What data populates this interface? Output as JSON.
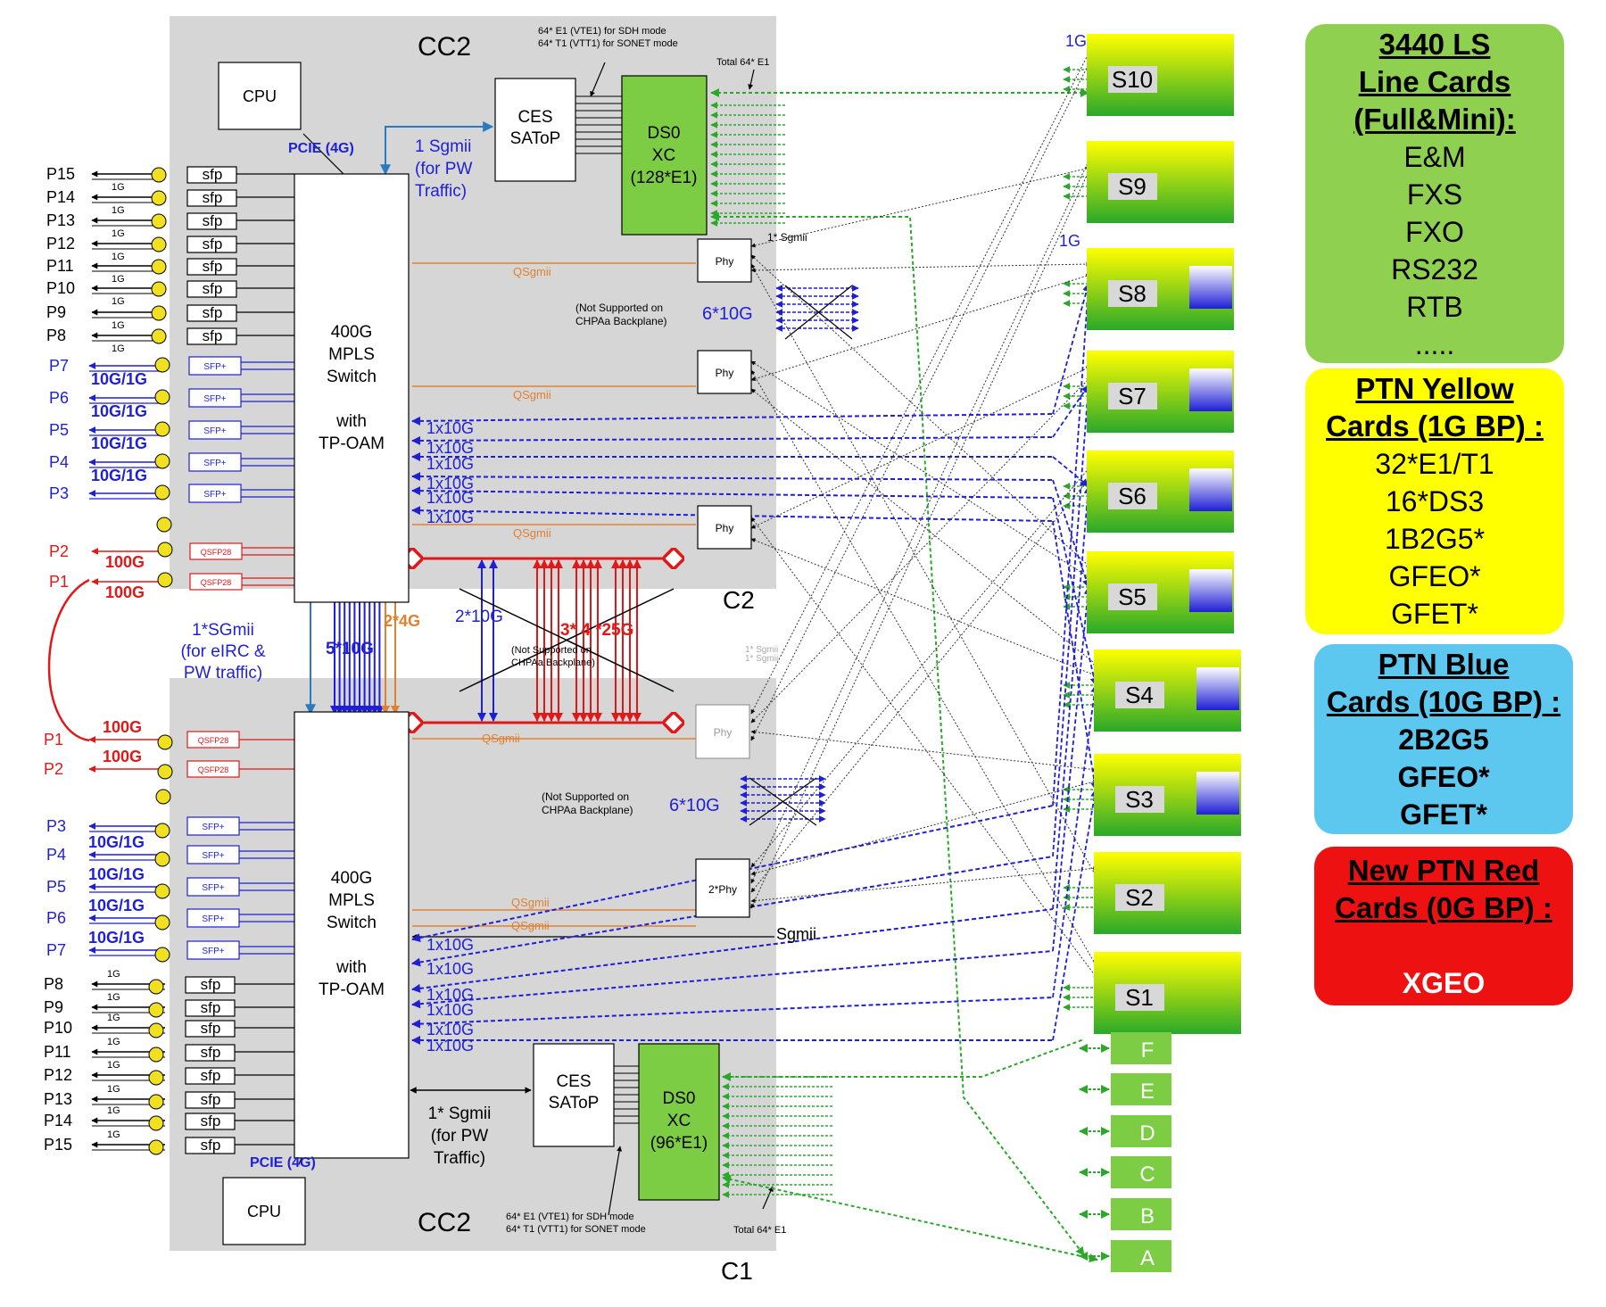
{
  "colors": {
    "panel": "#d6d6d6",
    "blue": "#1f1fd6",
    "red": "#e01818",
    "orange": "#e08030",
    "green": "#2aa82a",
    "dsGreen": "#7ccc44",
    "legendGreen": "#8fd050",
    "legendYellow": "#ffff00",
    "legendBlue": "#5cc8f0",
    "legendRed": "#ee1111"
  },
  "top": {
    "cc_label": "CC2",
    "c_label": "C2",
    "cpu": "CPU",
    "pcie": "PCIE (4G)",
    "sgmii": [
      "1 Sgmii",
      "(for PW",
      "Traffic)"
    ],
    "ces": [
      "CES",
      "SAToP"
    ],
    "ds0": [
      "DS0",
      "XC",
      "(128*E1)"
    ],
    "e1_note": [
      "64* E1 (VTE1) for SDH mode",
      "64* T1 (VTT1) for SONET mode"
    ],
    "total": "Total 64* E1",
    "switch": [
      "400G",
      "MPLS",
      "Switch",
      "",
      "with",
      "TP-OAM"
    ],
    "phy": "Phy",
    "phy_sgmii": "1* Sgmii",
    "qsgmii": "QSgmii",
    "not_supported": [
      "(Not Supported on",
      "CHPAa Backplane)"
    ],
    "six10g": "6*10G",
    "x10g": "1x10G",
    "ports_1g": [
      "P15",
      "P14",
      "P13",
      "P12",
      "P11",
      "P10",
      "P9",
      "P8"
    ],
    "ports_10g": [
      "P7",
      "P6",
      "P5",
      "P4",
      "P3"
    ],
    "ports_100g": [
      "P2",
      "P1"
    ],
    "sfp": "sfp",
    "sfpp": "SFP+",
    "qsfp": "QSFP28",
    "speed_1g": "1G",
    "speed_10g": "10G/1G",
    "speed_100g": "100G"
  },
  "bottom": {
    "cc_label": "CC2",
    "c_label": "C1",
    "cpu": "CPU",
    "pcie": "PCIE (4G)",
    "sgmii": [
      "1* Sgmii",
      "(for PW",
      "Traffic)"
    ],
    "ces": [
      "CES",
      "SAToP"
    ],
    "ds0": [
      "DS0",
      "XC",
      "(96*E1)"
    ],
    "e1_note": [
      "64* E1 (VTE1) for SDH mode",
      "64* T1 (VTT1) for SONET mode"
    ],
    "total": "Total 64* E1",
    "switch": [
      "400G",
      "MPLS",
      "Switch",
      "",
      "with",
      "TP-OAM"
    ],
    "phy": "Phy",
    "phy2": "2*Phy",
    "sgmii_label": "Sgmii",
    "ports_100g": [
      "P1",
      "P2"
    ],
    "ports_10g": [
      "P3",
      "P4",
      "P5",
      "P6",
      "P7"
    ],
    "ports_1g": [
      "P8",
      "P9",
      "P10",
      "P11",
      "P12",
      "P13",
      "P14",
      "P15"
    ]
  },
  "middle": {
    "p1_100g": "100G",
    "sgmii_eirc": [
      "1*SGmii",
      "(for eIRC &",
      "PW traffic)"
    ],
    "five10g": "5*10G",
    "two4g": "2*4G",
    "two10g": "2*10G",
    "three425": "3* 4 *25G",
    "not_supported": [
      "(Not Supported on",
      "CHPAa Backplane)"
    ],
    "grey_sgmii": [
      "1* Sgmii",
      "1* Sgmii"
    ]
  },
  "slots": [
    "S10",
    "S9",
    "S8",
    "S7",
    "S6",
    "S5",
    "S4",
    "S3",
    "S2",
    "S1"
  ],
  "slot_1g": "1G",
  "small_slots": [
    "F",
    "E",
    "D",
    "C",
    "B",
    "A"
  ],
  "legend": {
    "green": {
      "title": [
        "3440 LS",
        "Line Cards",
        "(Full&Mini):"
      ],
      "items": [
        "E&M",
        "FXS",
        "FXO",
        "RS232",
        "RTB",
        "....."
      ]
    },
    "yellow": {
      "title": [
        "PTN Yellow",
        "Cards (1G BP) :"
      ],
      "items": [
        "32*E1/T1",
        "16*DS3",
        "1B2G5*",
        "GFEO*",
        "GFET*"
      ]
    },
    "blue": {
      "title": [
        "PTN Blue",
        "Cards (10G BP) :"
      ],
      "items": [
        "2B2G5",
        "GFEO*",
        "GFET*"
      ]
    },
    "red": {
      "title": [
        "New PTN Red",
        "Cards (0G BP) :"
      ],
      "items": [
        "",
        "XGEO"
      ]
    }
  }
}
